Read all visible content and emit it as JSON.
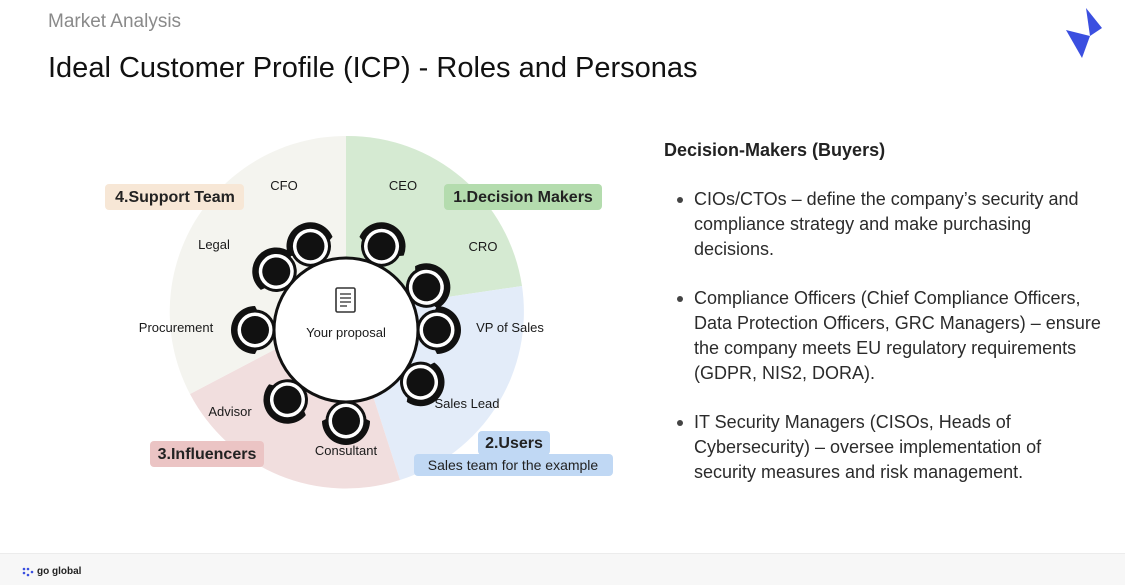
{
  "header": {
    "kicker": "Market Analysis",
    "title": "Ideal Customer Profile (ICP) - Roles and Personas"
  },
  "diagram": {
    "center_label": "Your proposal",
    "icons": {
      "center": "document-icon",
      "seat": "chair-icon"
    },
    "groups": {
      "decision": {
        "label": "1.Decision Makers",
        "color": "#d5ead2",
        "tag_color": "#b4dcae"
      },
      "users": {
        "label": "2.Users",
        "sublabel": "Sales team for the example",
        "color": "#e3ecf9",
        "tag_color": "#c0d8f4"
      },
      "influencers": {
        "label": "3.Influencers",
        "color": "#f1dede",
        "tag_color": "#ebc4c4"
      },
      "support": {
        "label": "4.Support Team",
        "color": "#f4f4ef",
        "tag_color": "#f7e7d6"
      }
    },
    "seats": {
      "ceo": "CEO",
      "cro": "CRO",
      "vp_sales": "VP of Sales",
      "sales_lead": "Sales Lead",
      "consultant": "Consultant",
      "advisor": "Advisor",
      "procurement": "Procurement",
      "legal": "Legal",
      "cfo": "CFO"
    }
  },
  "panel": {
    "heading": "Decision-Makers (Buyers)",
    "bullets": [
      "CIOs/CTOs – define the company’s security and compliance strategy and make purchasing decisions.",
      "Compliance Officers (Chief Compliance Officers, Data Protection Officers, GRC Managers) – ensure the company meets EU regulatory requirements (GDPR, NIS2, DORA).",
      "IT Security Managers (CISOs, Heads of Cybersecurity) – oversee implementation of security measures and risk management."
    ]
  },
  "footer": {
    "brand": "go global"
  },
  "colors": {
    "accent": "#3b4fe0",
    "ring": "#111111"
  }
}
